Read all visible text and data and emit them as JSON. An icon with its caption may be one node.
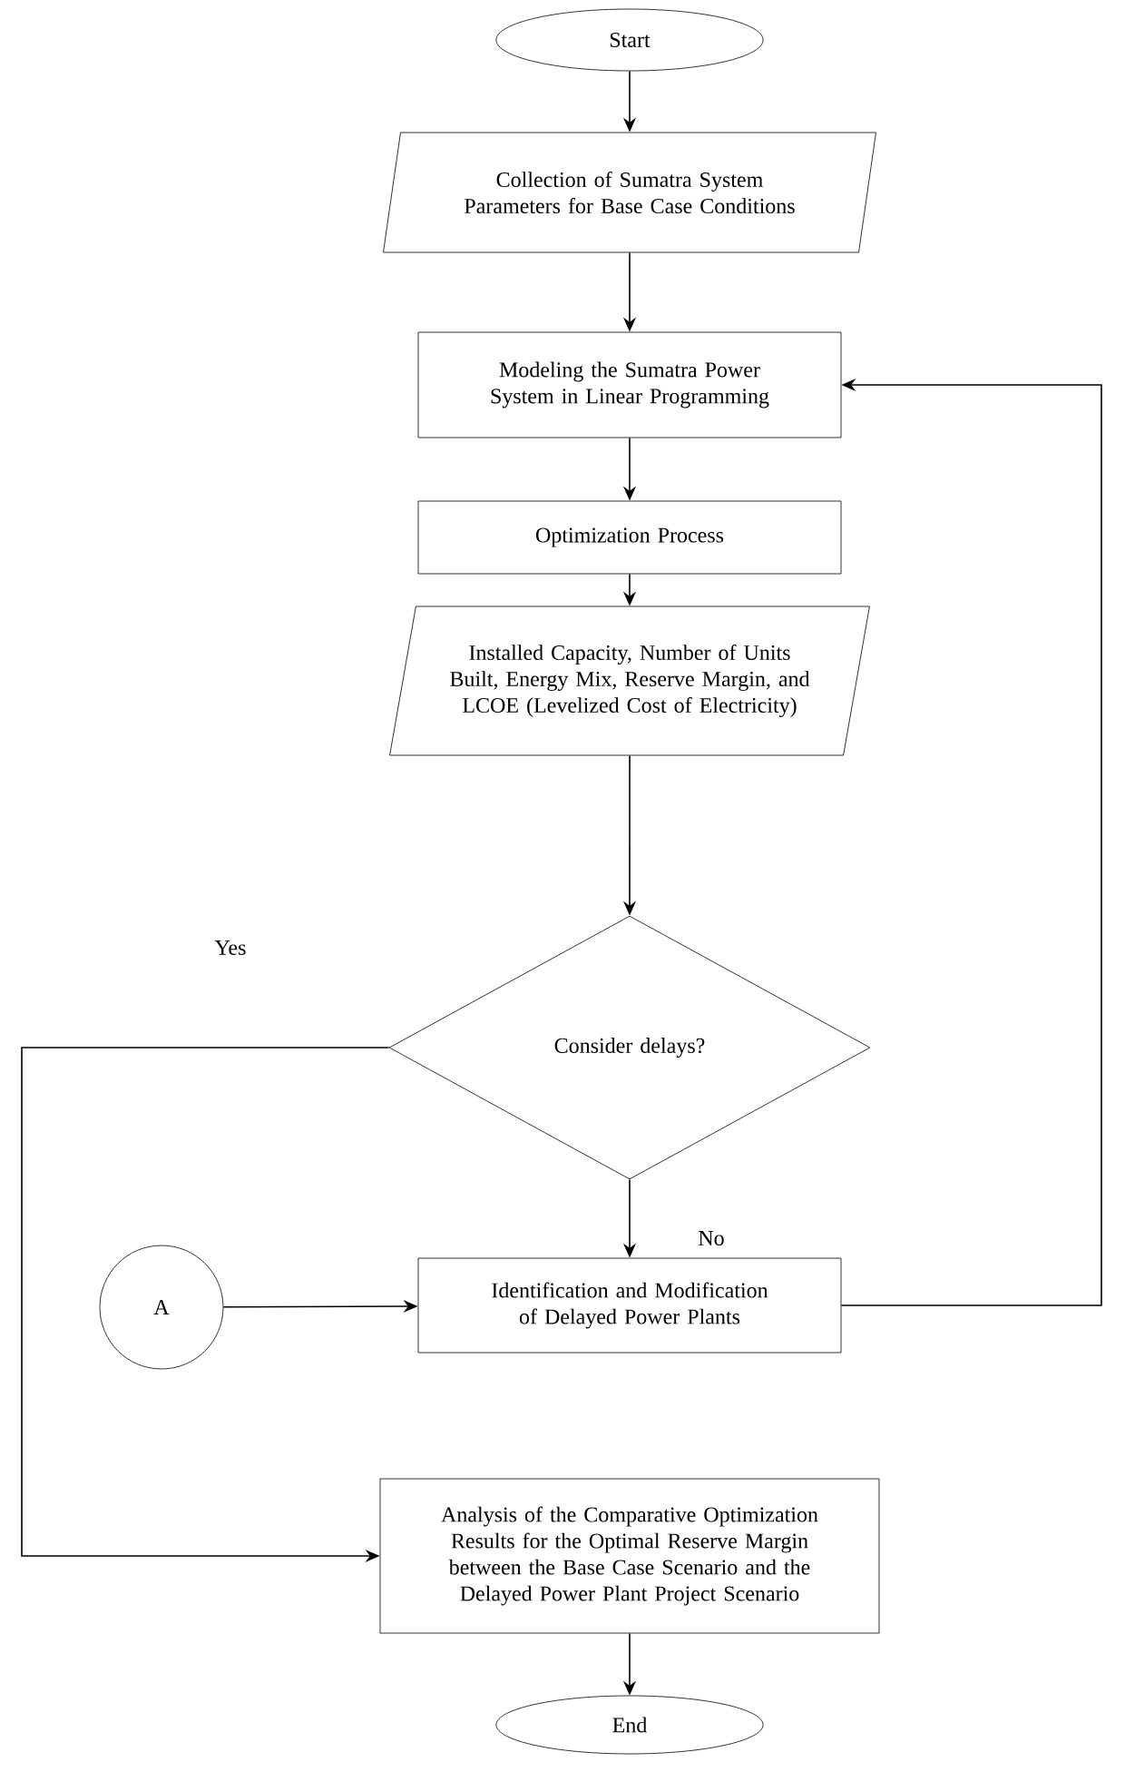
{
  "diagram": {
    "nodes": [
      {
        "text": [
          "Start"
        ]
      },
      {
        "text": [
          "Collection of Sumatra System Parameters for Base Case Conditions"
        ]
      },
      {
        "text": [
          "Modeling the Sumatra Power System in Linear Programming"
        ]
      },
      {
        "text": [
          "Optimization Process"
        ]
      },
      {
        "text": [
          "Installed Capacity, Number of Units Built, Energy Mix, Reserve Margin, and LCOE (Levelized Cost of Electricity)"
        ]
      },
      {
        "text": [
          "Consider delays?"
        ]
      },
      {
        "text": [
          "Identification and Modification of Delayed Power Plants"
        ]
      },
      {
        "text": [
          "A"
        ]
      },
      {
        "text": [
          "Analysis of the Comparative Optimization Results for the Optimal Reserve Margin between the Base Case Scenario and the Delayed Power Plant Project Scenario"
        ]
      },
      {
        "text": [
          "End"
        ]
      }
    ],
    "edges": [
      {
        "from": 0,
        "to": 1,
        "arrow": "to"
      },
      {
        "from": 1,
        "to": 2,
        "arrow": "to"
      },
      {
        "from": 2,
        "to": 3,
        "arrow": "to"
      },
      {
        "from": 3,
        "to": 4,
        "arrow": "to"
      },
      {
        "from": 4,
        "to": 5,
        "arrow": "to"
      },
      {
        "from": 5,
        "to": 8,
        "arrow": "to",
        "label": "Yes"
      },
      {
        "from": 5,
        "to": 6,
        "arrow": "to",
        "label": "No"
      },
      {
        "from": 6,
        "to": 2,
        "arrow": "to"
      },
      {
        "from": 7,
        "to": 6,
        "arrow": "to"
      },
      {
        "from": 8,
        "to": 9,
        "arrow": "to"
      }
    ]
  }
}
